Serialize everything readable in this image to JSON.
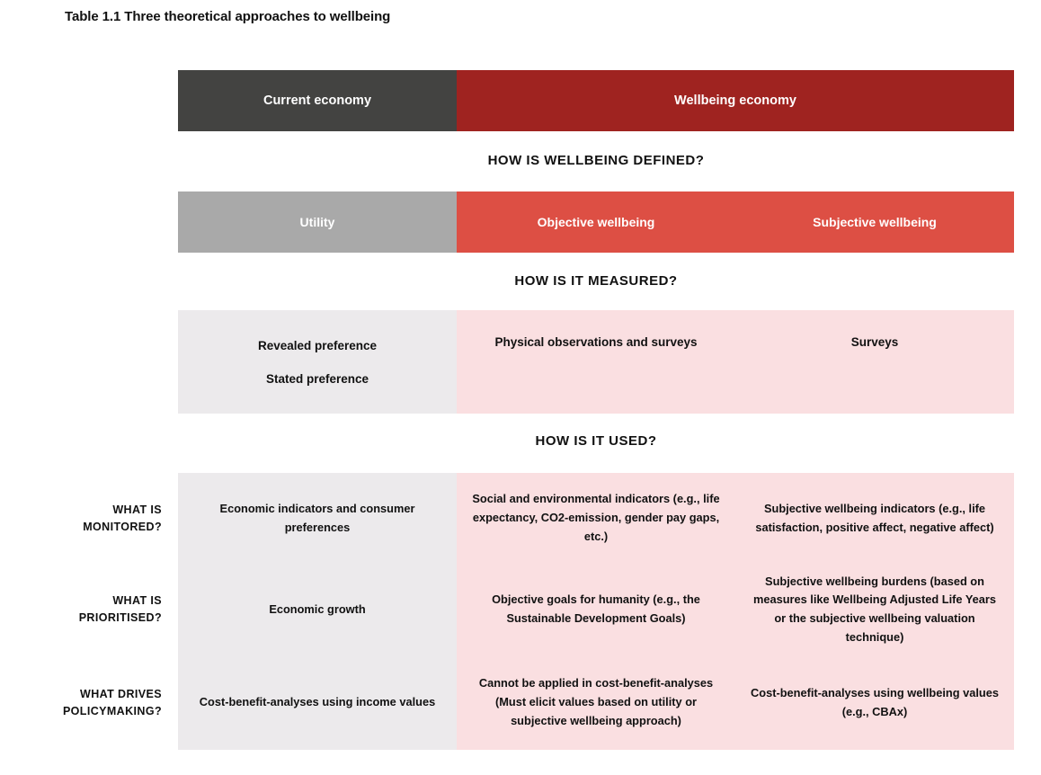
{
  "table": {
    "title": "Table 1.1 Three theoretical approaches to wellbeing",
    "colors": {
      "header_dark": "#434341",
      "header_dark_red": "#9f2320",
      "subheader_gray": "#a9a9a9",
      "subheader_red": "#dd4f44",
      "body_light_gray": "#eceaec",
      "body_light_pink": "#fadfe1",
      "accent_red_text": "#e8604f"
    },
    "top_headers": {
      "current_economy": "Current economy",
      "wellbeing_economy": "Wellbeing economy"
    },
    "sections": {
      "defined": "HOW IS WELLBEING DEFINED?",
      "measured": "HOW IS IT MEASURED?",
      "used": "HOW IS IT USED?"
    },
    "approach_headers": {
      "utility": "Utility",
      "objective_wellbeing": "Objective wellbeing",
      "subjective_wellbeing": "Subjective wellbeing"
    },
    "measured": {
      "utility_1": "Revealed preference",
      "utility_2": "Stated preference",
      "objective": "Physical observations and surveys",
      "subjective": "Surveys"
    },
    "row_labels": {
      "monitored_line1": "WHAT IS",
      "monitored_line2": "MONITORED?",
      "prioritised_line1": "WHAT IS",
      "prioritised_line2": "PRIORITISED?",
      "policymaking_line1": "WHAT DRIVES",
      "policymaking_line2": "POLICYMAKING?"
    },
    "monitored": {
      "utility": "Economic indicators and consumer preferences",
      "objective": "Social and environmental indicators (e.g., life expectancy, CO2-emission, gender pay gaps, etc.)",
      "subjective": "Subjective wellbeing indicators (e.g., life satisfaction, positive affect, negative affect)"
    },
    "prioritised": {
      "utility": "Economic growth",
      "objective": "Objective goals for humanity (e.g., the Sustainable Development Goals)",
      "subjective": "Subjective wellbeing burdens (based on measures like Wellbeing Adjusted Life Years or the subjective wellbeing valuation technique)"
    },
    "policymaking": {
      "utility": "Cost-benefit-analyses using income values",
      "objective": "Cannot be applied in cost-benefit-analyses (Must elicit values based on utility or subjective wellbeing approach)",
      "subjective": "Cost-benefit-analyses using wellbeing values (e.g., CBAx)"
    }
  }
}
